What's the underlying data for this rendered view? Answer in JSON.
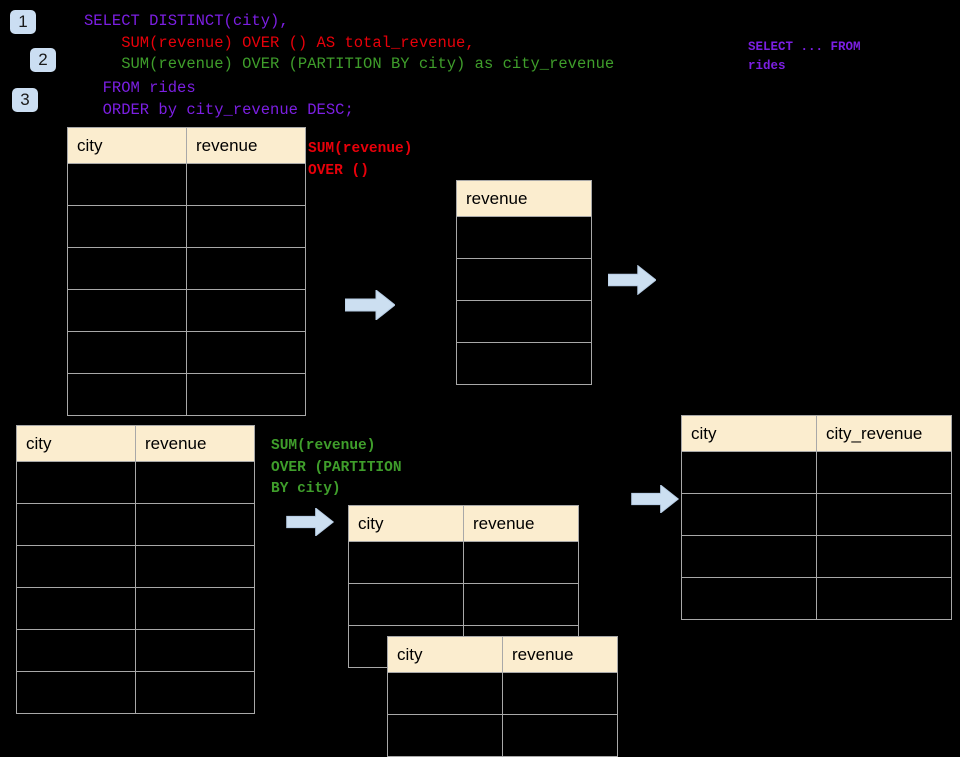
{
  "theme": {
    "background": "#000000",
    "header_fill": "#FBEDCF",
    "cell_fill": "#000000",
    "border": "#A8A8A8",
    "badge_fill": "#CBDEF2",
    "arrow_fill": "#CCDFF1",
    "arrow_outline": "#B6CCE4",
    "sql_purple": "#7C1FE3",
    "sql_red": "#E8000A",
    "sql_green": "#3F9E2B"
  },
  "badges": [
    {
      "label": "1"
    },
    {
      "label": "2"
    },
    {
      "label": "3"
    }
  ],
  "sql": {
    "lines": [
      {
        "text": "SELECT DISTINCT(city),",
        "color": "purple"
      },
      {
        "text": "    SUM(revenue) OVER () AS total_revenue,",
        "color": "red"
      },
      {
        "text": "    SUM(revenue) OVER (PARTITION BY city) as city_revenue",
        "color": "green"
      },
      {
        "text": "  FROM rides",
        "color": "purple"
      },
      {
        "text": "  ORDER by city_revenue DESC;",
        "color": "purple"
      }
    ]
  },
  "annotations": {
    "select_from_rides": "SELECT ... FROM\nrides",
    "sum_over_empty": "SUM(revenue)\nOVER ()",
    "sum_over_partition": "SUM(revenue)\nOVER (PARTITION\nBY city)"
  },
  "tables": {
    "rides_top": {
      "name": "rides-source-table",
      "headers": [
        "city",
        "revenue"
      ],
      "row_count": 6,
      "rows": [
        [
          "",
          ""
        ],
        [
          "",
          ""
        ],
        [
          "",
          ""
        ],
        [
          "",
          ""
        ],
        [
          "",
          ""
        ],
        [
          "",
          ""
        ]
      ]
    },
    "total_revenue": {
      "name": "total-revenue-table",
      "headers": [
        "revenue"
      ],
      "row_count": 4,
      "rows": [
        [
          ""
        ],
        [
          ""
        ],
        [
          ""
        ],
        [
          ""
        ]
      ]
    },
    "rides_bottom": {
      "name": "rides-source-table-partitioned",
      "headers": [
        "city",
        "revenue"
      ],
      "row_count": 6,
      "rows": [
        [
          "",
          ""
        ],
        [
          "",
          ""
        ],
        [
          "",
          ""
        ],
        [
          "",
          ""
        ],
        [
          "",
          ""
        ],
        [
          "",
          ""
        ]
      ]
    },
    "partition_a": {
      "name": "partition-group-table-a",
      "headers": [
        "city",
        "revenue"
      ],
      "row_count": 3,
      "rows": [
        [
          "",
          ""
        ],
        [
          "",
          ""
        ],
        [
          "",
          ""
        ]
      ]
    },
    "partition_b": {
      "name": "partition-group-table-b",
      "headers": [
        "city",
        "revenue"
      ],
      "row_count": 2,
      "rows": [
        [
          "",
          ""
        ],
        [
          "",
          ""
        ]
      ]
    },
    "city_revenue": {
      "name": "city-revenue-result-table",
      "headers": [
        "city",
        "city_revenue"
      ],
      "row_count": 4,
      "rows": [
        [
          "",
          ""
        ],
        [
          "",
          ""
        ],
        [
          "",
          ""
        ],
        [
          "",
          ""
        ]
      ]
    }
  },
  "arrows": [
    {
      "name": "arrow-rides-to-total-revenue"
    },
    {
      "name": "arrow-total-revenue-to-result"
    },
    {
      "name": "arrow-rides-to-partitions"
    },
    {
      "name": "arrow-partitions-to-result"
    }
  ]
}
